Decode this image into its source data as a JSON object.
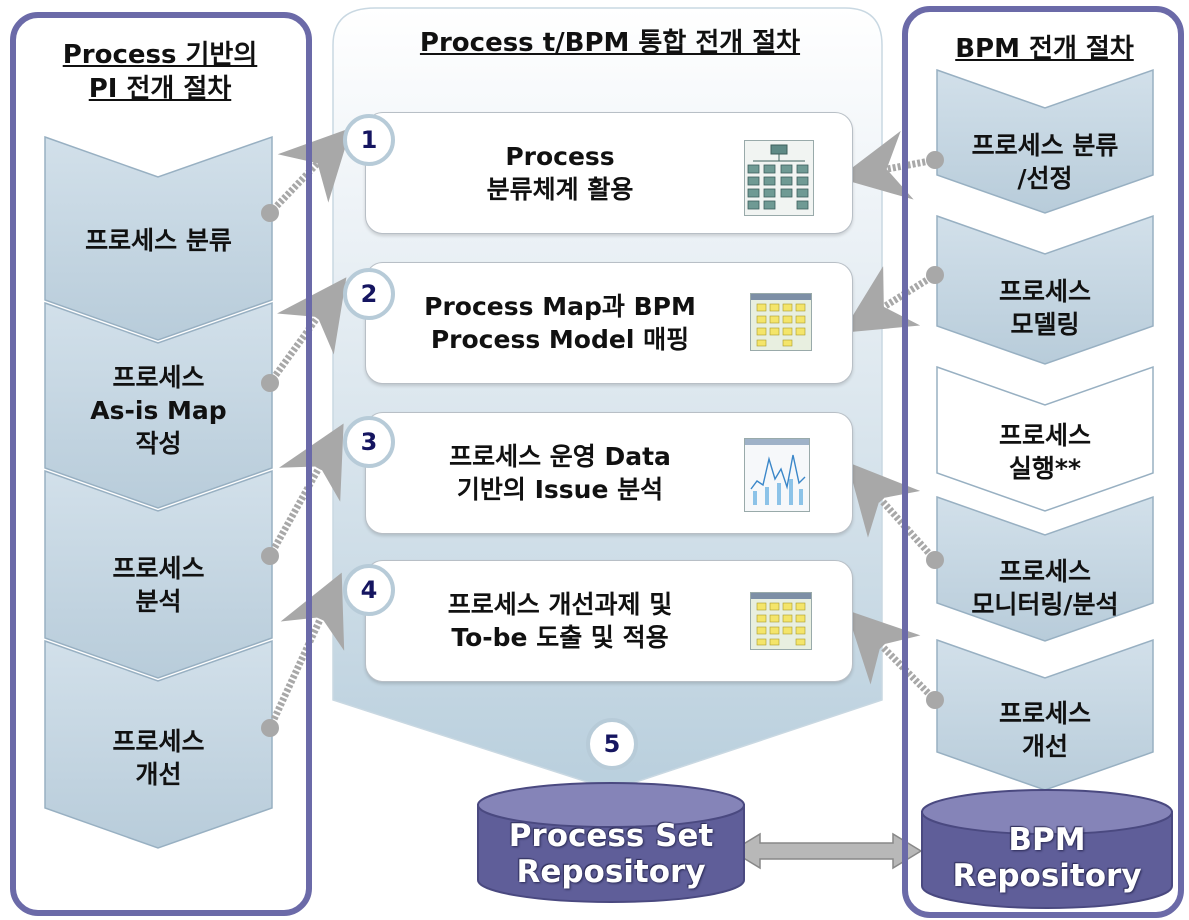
{
  "left_panel": {
    "title": "Process 기반의\nPI 전개 절차",
    "steps": [
      "프로세스 분류",
      "프로세스\nAs-is Map\n작성",
      "프로세스\n분석",
      "프로세스\n개선"
    ]
  },
  "center_panel": {
    "title": "Process t/BPM 통합 전개 절차",
    "steps": [
      {
        "number": "1",
        "text": "Process\n분류체계 활용",
        "icon": "org-chart-icon"
      },
      {
        "number": "2",
        "text": "Process Map과 BPM\nProcess Model 매핑",
        "icon": "process-map-icon"
      },
      {
        "number": "3",
        "text": "프로세스 운영 Data\n기반의 Issue 분석",
        "icon": "data-chart-icon"
      },
      {
        "number": "4",
        "text": "프로세스 개선과제 및\nTo-be 도출 및 적용",
        "icon": "process-map-icon"
      }
    ],
    "final_number": "5"
  },
  "right_panel": {
    "title": "BPM 전개 절차",
    "steps": [
      "프로세스 분류\n/선정",
      "프로세스\n모델링",
      "프로세스\n실행**",
      "프로세스\n모니터링/분석",
      "프로세스\n개선"
    ]
  },
  "repositories": {
    "process_set": "Process Set\nRepository",
    "bpm": "BPM\nRepository"
  },
  "colors": {
    "panel_border": "#6b6aa8",
    "chevron_fill": "#c3d5e2",
    "chevron_stroke": "#98b0c2",
    "cylinder_fill": "#5f5e99",
    "cylinder_top": "#8584b8",
    "arrow": "#a8a8a8"
  }
}
